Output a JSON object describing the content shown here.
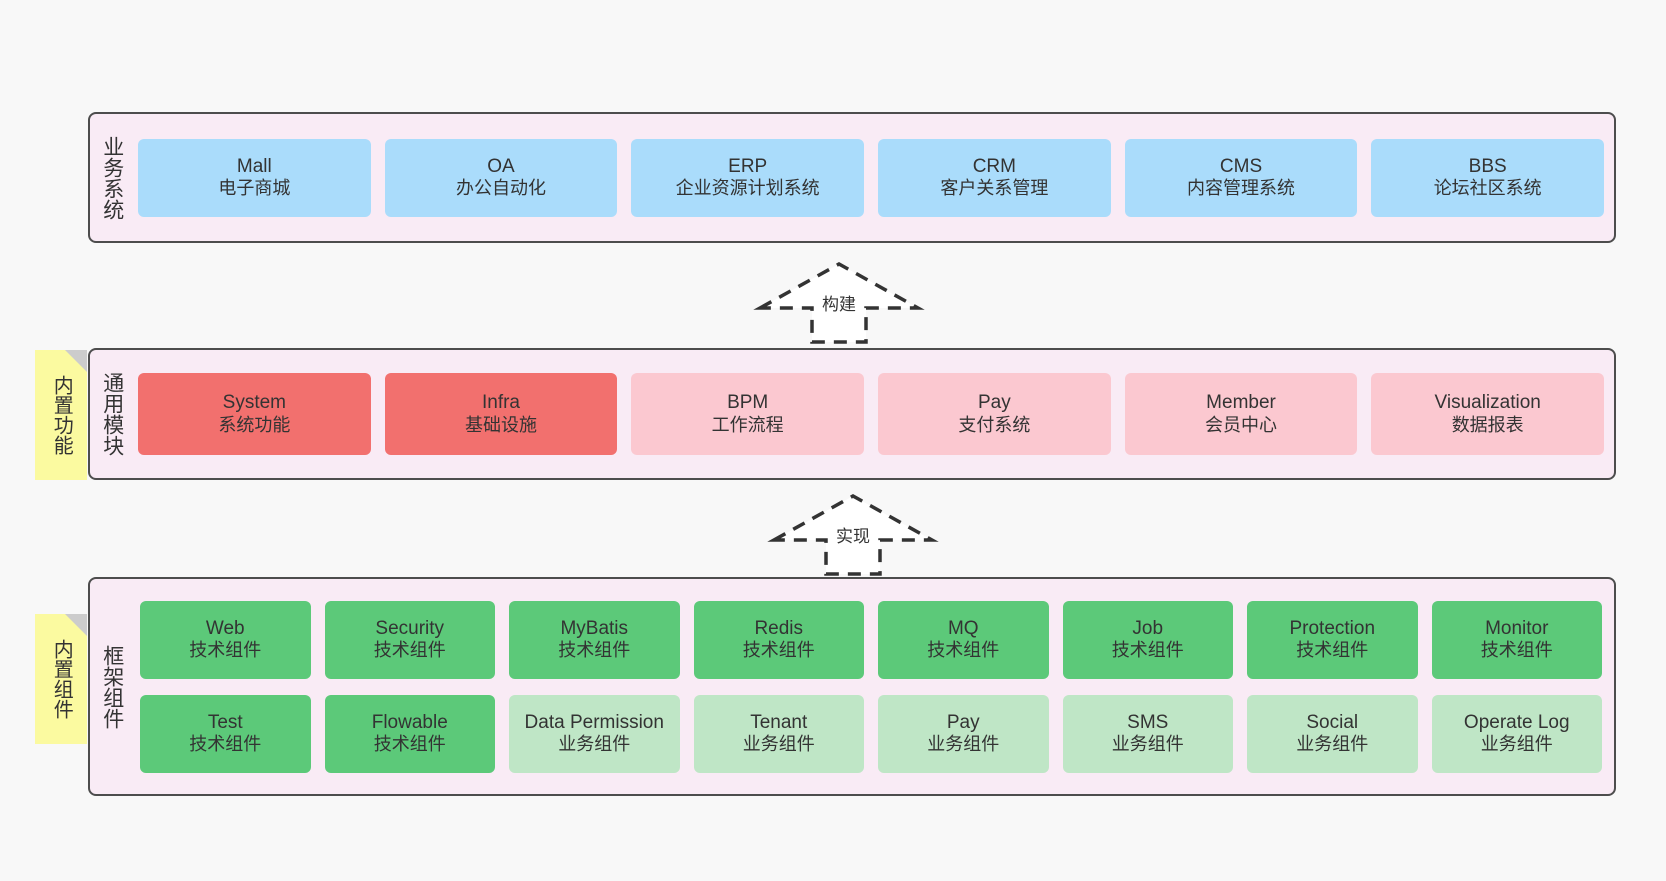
{
  "canvas": {
    "background": "#f8f8f8",
    "band_background": "#f9ebf5",
    "band_border": "#4d4d4d",
    "sticky_background": "#fbfaa0",
    "sticky_fold": "#cccccc",
    "color_blue": "#aadcfb",
    "color_red": "#f2706e",
    "color_pink": "#fbc8d0",
    "color_green": "#5cc979",
    "color_lightgreen": "#bfe6c6"
  },
  "bands": {
    "business": {
      "title": "业务系统",
      "cards": [
        {
          "en": "Mall",
          "cn": "电子商城"
        },
        {
          "en": "OA",
          "cn": "办公自动化"
        },
        {
          "en": "ERP",
          "cn": "企业资源计划系统"
        },
        {
          "en": "CRM",
          "cn": "客户关系管理"
        },
        {
          "en": "CMS",
          "cn": "内容管理系统"
        },
        {
          "en": "BBS",
          "cn": "论坛社区系统"
        }
      ]
    },
    "common": {
      "title": "通用模块",
      "sticky": "内置功能",
      "cards": [
        {
          "en": "System",
          "cn": "系统功能",
          "tone": "red"
        },
        {
          "en": "Infra",
          "cn": "基础设施",
          "tone": "red"
        },
        {
          "en": "BPM",
          "cn": "工作流程",
          "tone": "pink"
        },
        {
          "en": "Pay",
          "cn": "支付系统",
          "tone": "pink"
        },
        {
          "en": "Member",
          "cn": "会员中心",
          "tone": "pink"
        },
        {
          "en": "Visualization",
          "cn": "数据报表",
          "tone": "pink"
        }
      ]
    },
    "framework": {
      "title": "框架组件",
      "sticky": "内置组件",
      "row1": [
        {
          "en": "Web",
          "cn": "技术组件"
        },
        {
          "en": "Security",
          "cn": "技术组件"
        },
        {
          "en": "MyBatis",
          "cn": "技术组件"
        },
        {
          "en": "Redis",
          "cn": "技术组件"
        },
        {
          "en": "MQ",
          "cn": "技术组件"
        },
        {
          "en": "Job",
          "cn": "技术组件"
        },
        {
          "en": "Protection",
          "cn": "技术组件"
        },
        {
          "en": "Monitor",
          "cn": "技术组件"
        }
      ],
      "row2": [
        {
          "en": "Test",
          "cn": "技术组件",
          "tone": "green"
        },
        {
          "en": "Flowable",
          "cn": "技术组件",
          "tone": "green"
        },
        {
          "en": "Data Permission",
          "cn": "业务组件",
          "tone": "lightgreen"
        },
        {
          "en": "Tenant",
          "cn": "业务组件",
          "tone": "lightgreen"
        },
        {
          "en": "Pay",
          "cn": "业务组件",
          "tone": "lightgreen"
        },
        {
          "en": "SMS",
          "cn": "业务组件",
          "tone": "lightgreen"
        },
        {
          "en": "Social",
          "cn": "业务组件",
          "tone": "lightgreen"
        },
        {
          "en": "Operate Log",
          "cn": "业务组件",
          "tone": "lightgreen"
        }
      ]
    }
  },
  "arrows": {
    "build": {
      "label": "构建"
    },
    "implement": {
      "label": "实现"
    }
  }
}
